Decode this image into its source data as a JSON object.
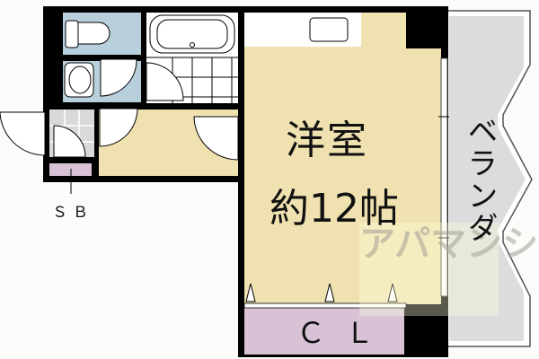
{
  "room": {
    "name": "洋室",
    "size": "約12帖"
  },
  "veranda": "ベランダ",
  "shoe_box": "ＳＢ",
  "closet": "ＣＬ",
  "watermark": "アパマンショップ",
  "colors": {
    "room": "#f0e2b0",
    "wet_area": "#b8d0dc",
    "storage": "#d8c3d6",
    "veranda": "#dcdcdc",
    "tile": "#d9d9d9",
    "wall": "#000000"
  }
}
